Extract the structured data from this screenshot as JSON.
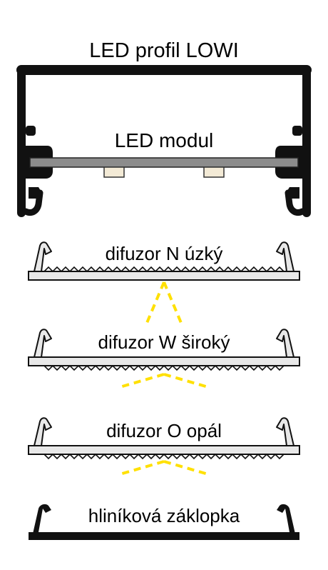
{
  "diagram": {
    "profile_title": "LED profil LOWI",
    "module_label": "LED modul",
    "diffuser_narrow": "difuzor N úzký",
    "diffuser_wide": "difuzor W široký",
    "diffuser_opal": "difuzor O opál",
    "cover_aluminium": "hliníková záklopka"
  },
  "colors": {
    "profile": "#111111",
    "module_strip": "#8c8c8c",
    "led_chip": "#f3ead6",
    "diffuser_fill": "#e6e6e6",
    "light_rays": "#ffe000"
  }
}
